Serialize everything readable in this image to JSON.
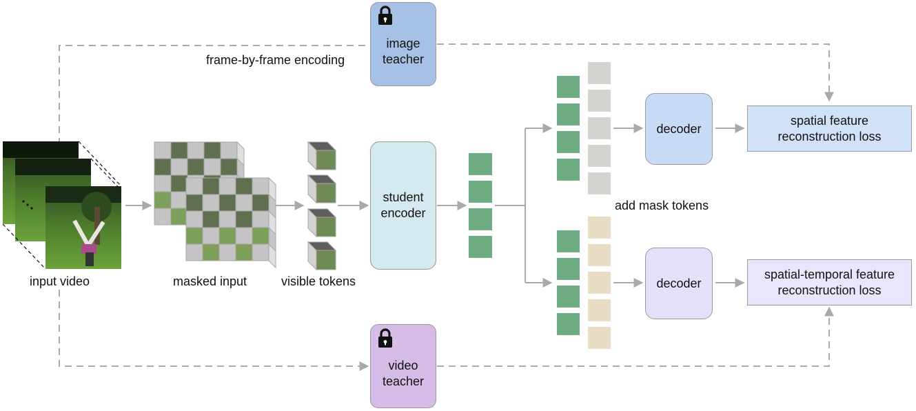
{
  "labels": {
    "frame_encoding": "frame-by-frame encoding",
    "input_video": "input video",
    "masked_input": "masked input",
    "visible_tokens": "visible tokens",
    "add_mask_tokens": "add mask tokens"
  },
  "image_teacher": {
    "line1": "image",
    "line2": "teacher",
    "icon": "lock-icon"
  },
  "video_teacher": {
    "line1": "video",
    "line2": "teacher",
    "icon": "lock-icon"
  },
  "student_encoder": {
    "line1": "student",
    "line2": "encoder"
  },
  "decoder_top": {
    "label": "decoder"
  },
  "decoder_bottom": {
    "label": "decoder"
  },
  "loss_spatial": {
    "line1": "spatial feature",
    "line2": "reconstruction loss"
  },
  "loss_spatiotemporal": {
    "line1": "spatial-temporal feature",
    "line2": "reconstruction loss"
  },
  "colors": {
    "image_teacher": "#a7c0e6",
    "video_teacher": "#d6bde8",
    "student_encoder": "#d4eaf0",
    "decoder_top": "#c9daf7",
    "decoder_bottom": "#e3e0fa",
    "loss_spatial": "#d1e2f8",
    "loss_spatiotemporal": "#e8e6fb",
    "feature_token": "#6fab82",
    "mask_token_gray": "#d3d5d1",
    "mask_token_beige": "#e8ddc4",
    "arrow": "#a9a9a9"
  }
}
